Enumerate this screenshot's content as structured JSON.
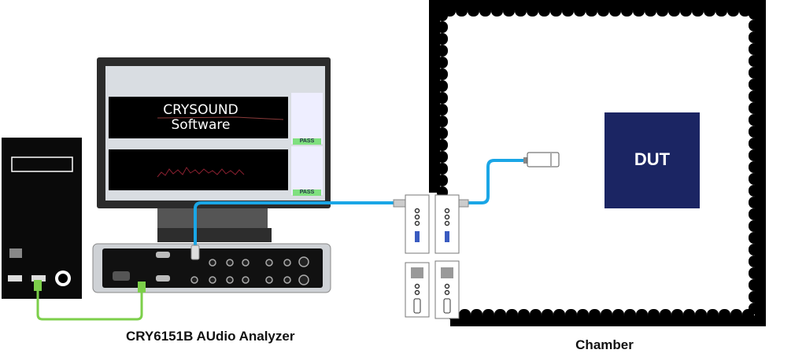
{
  "screen": {
    "brand": "CRYSOUND",
    "subtitle": "Software",
    "result_top": "PASS",
    "result_bottom": "PASS"
  },
  "dut": {
    "label": "DUT"
  },
  "labels": {
    "analyzer": "CRY6151B AUdio Analyzer",
    "chamber": "Chamber"
  },
  "colors": {
    "signal_cable": "#1aa6e6",
    "usb_cable": "#7ccf4a",
    "dut_fill": "#1b2563",
    "chamber_wall": "#000000"
  }
}
